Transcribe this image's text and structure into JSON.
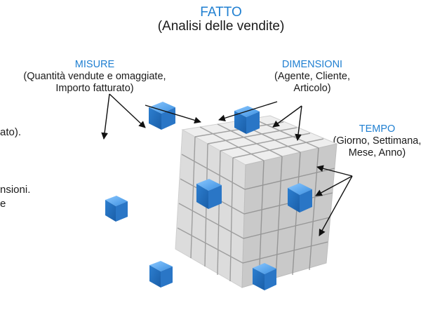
{
  "header": {
    "title": "FATTO",
    "subtitle": "(Analisi delle vendite)"
  },
  "labels": {
    "misure": {
      "title": "MISURE",
      "line1": "(Quantità vendute e omaggiate,",
      "line2": "Importo fatturato)"
    },
    "dimensioni": {
      "title": "DIMENSIONI",
      "line1": "(Agente, Cliente,",
      "line2": "Articolo)"
    },
    "tempo": {
      "title": "TEMPO",
      "line1": "(Giorno, Settimana,",
      "line2": "Mese, Anno)"
    }
  },
  "left_fragments": [
    "ato).",
    "nsioni.",
    "e"
  ],
  "colors": {
    "accent_blue": "#1f7fd1",
    "cube_blue": "#3c8fdf",
    "cube_gray": "#d9d9d9",
    "arrow": "#111111"
  }
}
